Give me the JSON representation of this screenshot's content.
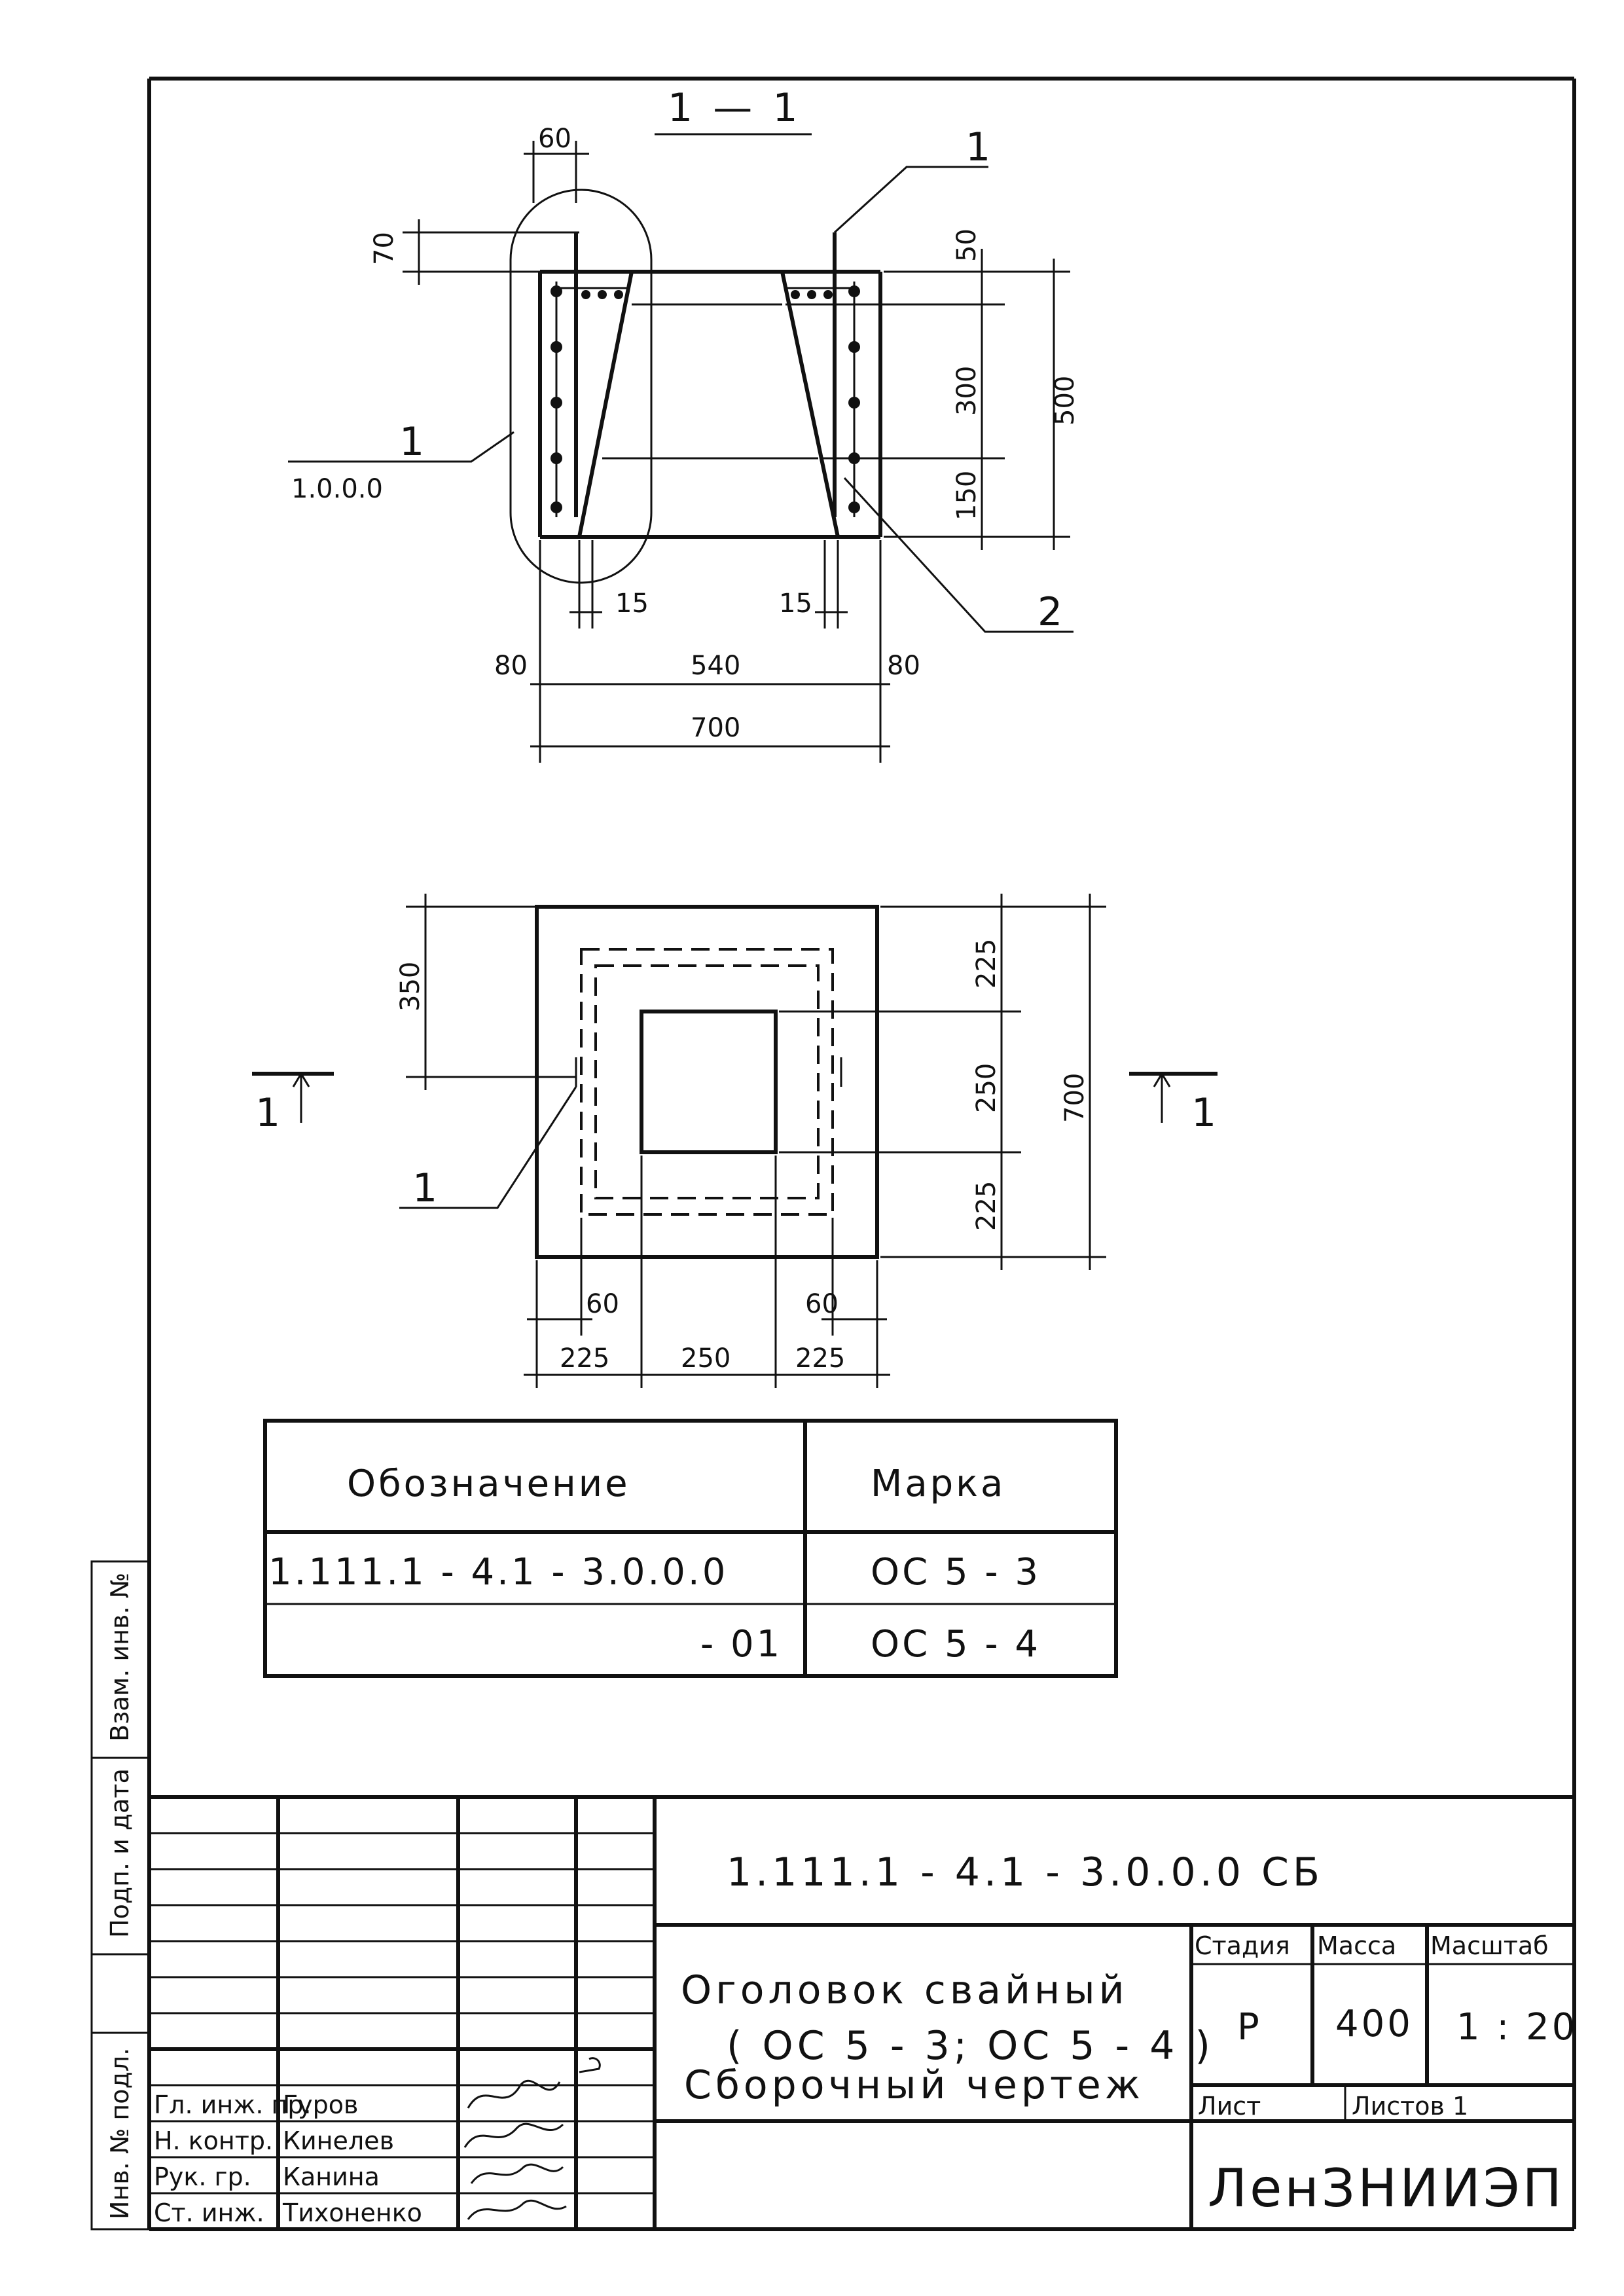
{
  "section": {
    "title": "1 — 1",
    "callout_1": "1",
    "callout_1_ref": "1.0.0.0",
    "callout_2": "2",
    "dims": {
      "top_left_w": "60",
      "top_left_h": "70",
      "right_50": "50",
      "right_300": "300",
      "right_150": "150",
      "right_total": "500",
      "gap_left": "15",
      "gap_right": "15",
      "bottom_left": "80",
      "bottom_mid": "540",
      "bottom_right": "80",
      "bottom_total": "700"
    }
  },
  "plan": {
    "cut_left": "1",
    "cut_right": "1",
    "callout_1": "1",
    "dims": {
      "left_350": "350",
      "right_225_top": "225",
      "right_250": "250",
      "right_225_bottom": "225",
      "right_total": "700",
      "bottom_60_left": "60",
      "bottom_60_right": "60",
      "bottom_225_left": "225",
      "bottom_250": "250",
      "bottom_225_right": "225"
    }
  },
  "mark_table": {
    "headers": [
      "Обозначение",
      "Марка"
    ],
    "rows": [
      {
        "designation": "1.111.1 - 4.1 - 3.0.0.0",
        "mark": "ОС 5 - 3"
      },
      {
        "designation": "- 01",
        "mark": "ОС 5 - 4"
      }
    ]
  },
  "side_stamp": {
    "labels": [
      "Взам. инв. №",
      "Подп. и дата",
      "Инв. № подл."
    ]
  },
  "title_block": {
    "doc_code": "1.111.1 - 4.1 - 3.0.0.0 СБ",
    "title_line1": "Оголовок свайный",
    "title_line2": "( ОС 5 - 3; ОС 5 - 4 )",
    "title_line3": "Сборочный чертеж",
    "stage_header": "Стадия",
    "mass_header": "Масса",
    "scale_header": "Масштаб",
    "stage_value": "Р",
    "mass_value": "400",
    "scale_value": "1 : 20",
    "sheet_label": "Лист",
    "sheets_label": "Листов 1",
    "organization": "ЛенЗНИИЭП",
    "signatures": [
      {
        "role": "Гл. инж. пр.",
        "name": "Гуров"
      },
      {
        "role": "Н. контр.",
        "name": "Кинелев"
      },
      {
        "role": "Рук. гр.",
        "name": "Канина"
      },
      {
        "role": "Ст. инж.",
        "name": "Тихоненко"
      }
    ]
  }
}
